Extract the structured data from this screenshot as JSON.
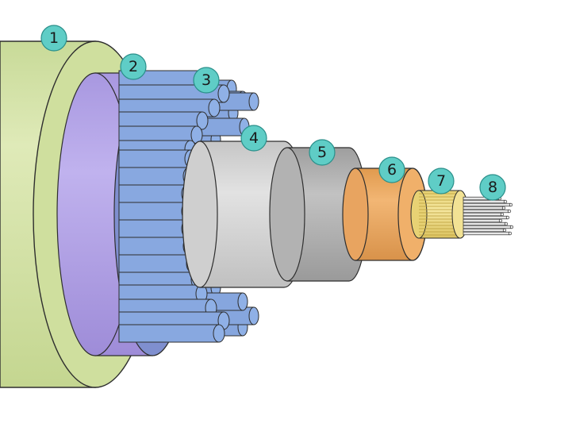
{
  "colors": {
    "outer_jacket": "#d7e5a8",
    "outer_jacket_dark": "#c2d58c",
    "armor_wrap": "#b8a8e8",
    "armor_strands": "#88a8e0",
    "armor_strand_end": "#8fb0e6",
    "inner_sheath": "#d4d4d4",
    "screen": "#b4b4b4",
    "insulation": "#eaa85e",
    "insulation_end": "#f0b06a",
    "shield": "#f0e088",
    "conductor": "#e6e6e6",
    "marker": "#5fcdc6",
    "outline": "#2e2e2e"
  },
  "markers": [
    {
      "label": "1",
      "name": "marker-1"
    },
    {
      "label": "2",
      "name": "marker-2"
    },
    {
      "label": "3",
      "name": "marker-3"
    },
    {
      "label": "4",
      "name": "marker-4"
    },
    {
      "label": "5",
      "name": "marker-5"
    },
    {
      "label": "6",
      "name": "marker-6"
    },
    {
      "label": "7",
      "name": "marker-7"
    },
    {
      "label": "8",
      "name": "marker-8"
    }
  ]
}
